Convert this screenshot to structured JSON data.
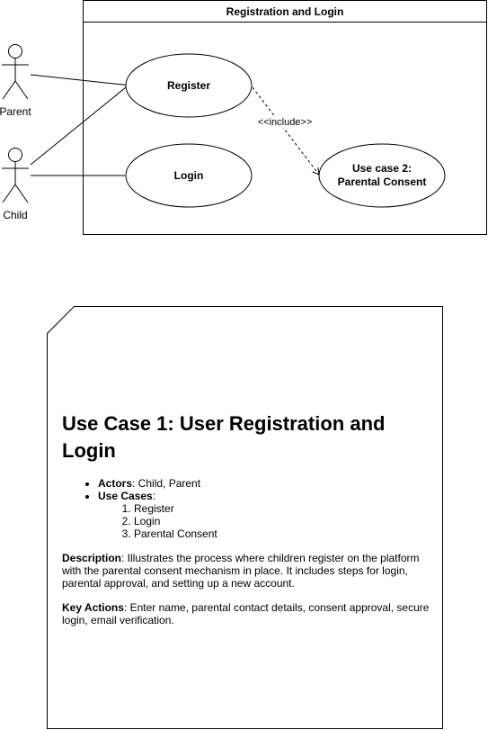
{
  "system": {
    "title": "Registration and Login"
  },
  "actors": {
    "parent": "Parent",
    "child": "Child"
  },
  "use_cases": {
    "register": "Register",
    "login": "Login",
    "consent_line1": "Use case 2:",
    "consent_line2": "Parental Consent"
  },
  "relations": {
    "include_label": "<<include>>"
  },
  "note": {
    "heading": "Use Case 1: User Registration and Login",
    "actors_label": "Actors",
    "actors_value": ": Child, Parent",
    "use_cases_label": "Use Cases",
    "use_cases_value": ":",
    "use_case_items": [
      "Register",
      "Login",
      "Parental Consent"
    ],
    "description_label": "Description",
    "description_value": ": Illustrates the process where children register on the platform with the parental consent mechanism in place. It includes steps for login, parental approval, and setting up a new account.",
    "key_actions_label": "Key Actions",
    "key_actions_value": ": Enter name, parental contact details, consent approval, secure login, email verification."
  }
}
